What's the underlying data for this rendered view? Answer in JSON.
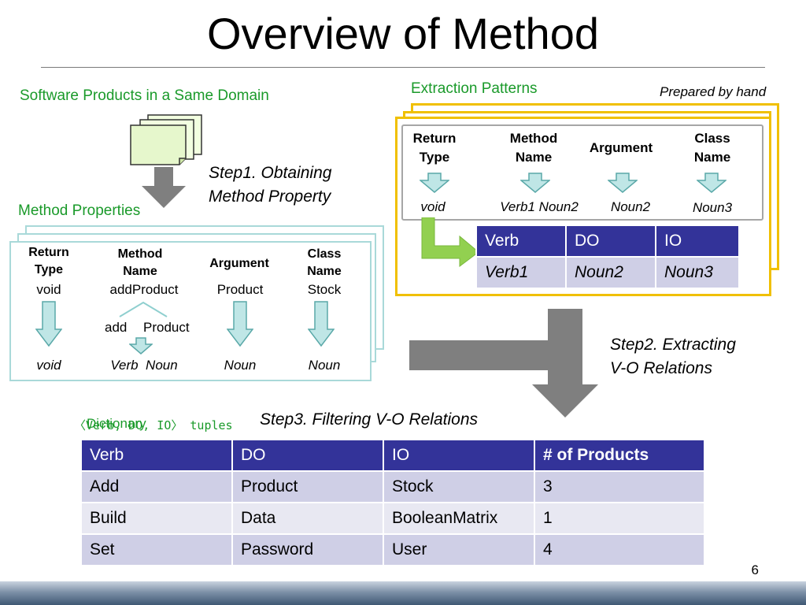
{
  "slide": {
    "title": "Overview of Method",
    "page_number": "6"
  },
  "software": {
    "label": "Software Products in a Same Domain"
  },
  "step1": {
    "line1": "Step1. Obtaining",
    "line2": "Method Property"
  },
  "method_properties": {
    "label": "Method Properties",
    "headers": [
      {
        "l1": "Return",
        "l2": "Type"
      },
      {
        "l1": "Method",
        "l2": "Name"
      },
      {
        "l1": "Argument",
        "l2": ""
      },
      {
        "l1": "Class",
        "l2": "Name"
      }
    ],
    "values": [
      "void",
      "addProduct",
      "Product",
      "Stock"
    ],
    "split": {
      "left": "add",
      "right": "Product"
    },
    "results": [
      "void",
      "Verb  Noun",
      "Noun",
      "Noun"
    ]
  },
  "extraction": {
    "label": "Extraction Patterns",
    "note": "Prepared by hand",
    "headers": [
      {
        "l1": "Return",
        "l2": "Type"
      },
      {
        "l1": "Method",
        "l2": "Name"
      },
      {
        "l1": "Argument",
        "l2": ""
      },
      {
        "l1": "Class",
        "l2": "Name"
      }
    ],
    "results": [
      "void",
      "Verb1 Noun2",
      "Noun2",
      "Noun3"
    ],
    "table": {
      "header": [
        "Verb",
        "DO",
        "IO"
      ],
      "row": [
        "Verb1",
        "Noun2",
        "Noun3"
      ]
    }
  },
  "step2": {
    "line1": "Step2. Extracting",
    "line2": "V-O Relations"
  },
  "step3": {
    "text": "Step3. Filtering V-O Relations"
  },
  "dictionary": {
    "tuples_label": "〈Verb, DO, IO〉 tuples",
    "overlay_label": "Dictionary"
  },
  "result_table": {
    "header": [
      "Verb",
      "DO",
      "IO",
      "# of Products"
    ],
    "rows": [
      [
        "Add",
        "Product",
        "Stock",
        "3"
      ],
      [
        "Build",
        "Data",
        "BooleanMatrix",
        "1"
      ],
      [
        "Set",
        "Password",
        "User",
        "4"
      ]
    ]
  },
  "colors": {
    "green_text": "#1a9a2a",
    "table_header": "#333399",
    "arrow_teal": "#bfe6e6",
    "arrow_gray": "#7f7f7f",
    "arrow_green": "#92d050",
    "card_yellow": "#f0c000"
  }
}
